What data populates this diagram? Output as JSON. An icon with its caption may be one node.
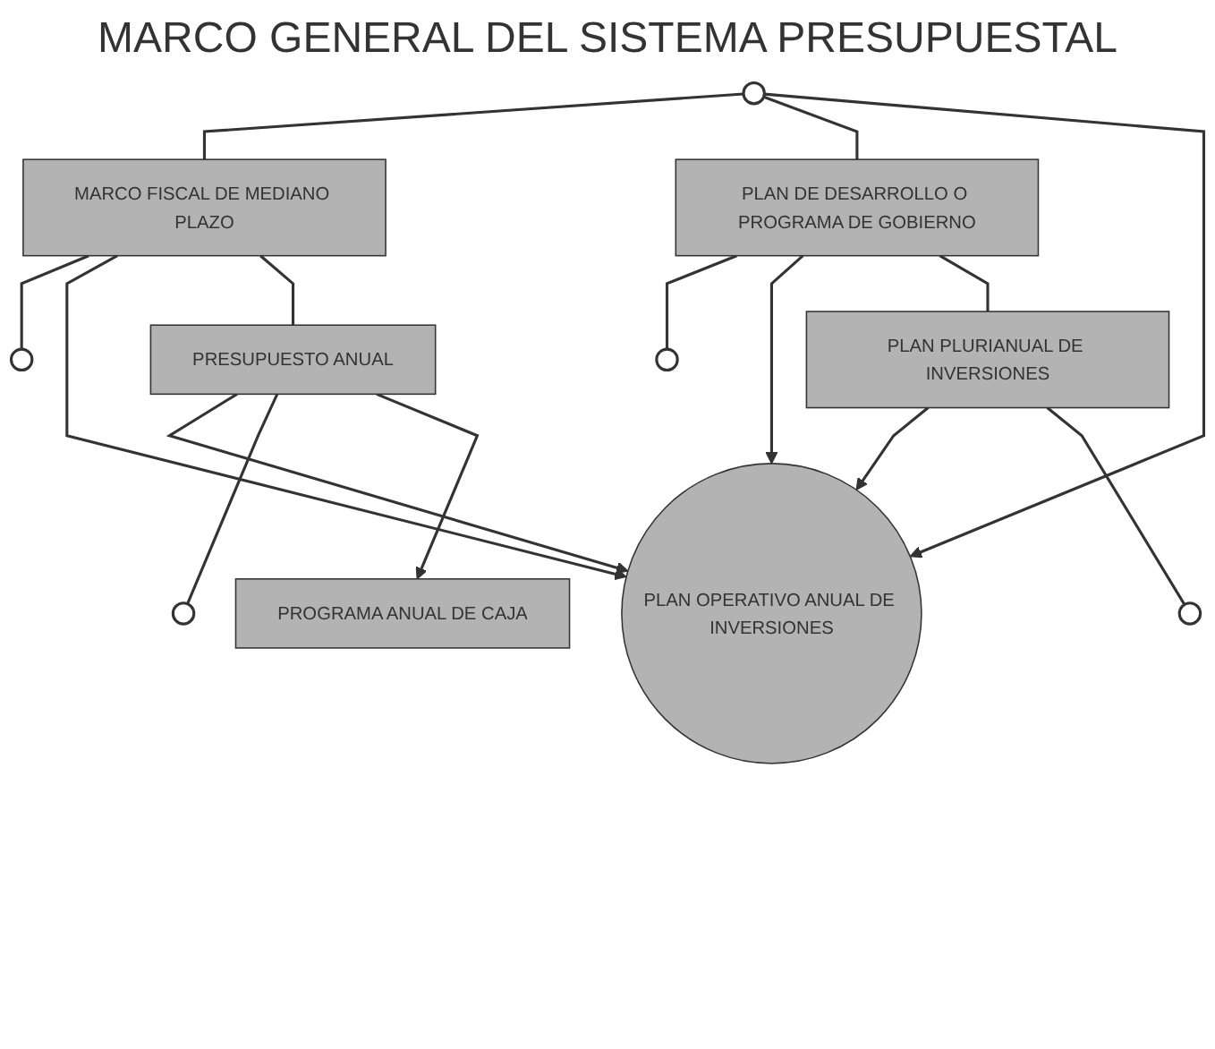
{
  "diagram": {
    "title": "MARCO GENERAL DEL SISTEMA PRESUPUESTAL",
    "nodes": [
      {
        "text": [],
        "shape": "circle"
      },
      {
        "text": [
          "MARCO FISCAL DE MEDIANO PLAZO"
        ]
      },
      {
        "text": [
          "PLAN DE DESARROLLO O PROGRAMA DE GOBIERNO"
        ]
      },
      {
        "text": [],
        "shape": "circle"
      },
      {
        "text": [],
        "shape": "circle"
      },
      {
        "text": [
          "PRESUPUESTO ANUAL"
        ]
      },
      {
        "text": [
          "PLAN OPERATIVO ANUAL DE INVERSIONES"
        ]
      },
      {
        "text": [
          "PLAN PLURIANUAL DE INVERSIONES"
        ]
      },
      {
        "text": [],
        "shape": "circle"
      },
      {
        "text": [],
        "shape": "circle"
      },
      {
        "text": [
          "PROGRAMA ANUAL DE CAJA"
        ]
      }
    ],
    "edges": [
      {
        "from": 0,
        "to": 1,
        "arrow": "none"
      },
      {
        "from": 0,
        "to": 2,
        "arrow": "none"
      },
      {
        "from": 0,
        "to": 6,
        "arrow": "to"
      },
      {
        "from": 1,
        "to": 3,
        "arrow": "none"
      },
      {
        "from": 1,
        "to": 6,
        "arrow": "to"
      },
      {
        "from": 1,
        "to": 5,
        "arrow": "none"
      },
      {
        "from": 2,
        "to": 4,
        "arrow": "none"
      },
      {
        "from": 2,
        "to": 6,
        "arrow": "to"
      },
      {
        "from": 2,
        "to": 7,
        "arrow": "none"
      },
      {
        "from": 5,
        "to": 6,
        "arrow": "to"
      },
      {
        "from": 7,
        "to": 6,
        "arrow": "to"
      },
      {
        "from": 5,
        "to": 8,
        "arrow": "none"
      },
      {
        "from": 7,
        "to": 9,
        "arrow": "none"
      },
      {
        "from": 5,
        "to": 10,
        "arrow": "to"
      }
    ]
  }
}
